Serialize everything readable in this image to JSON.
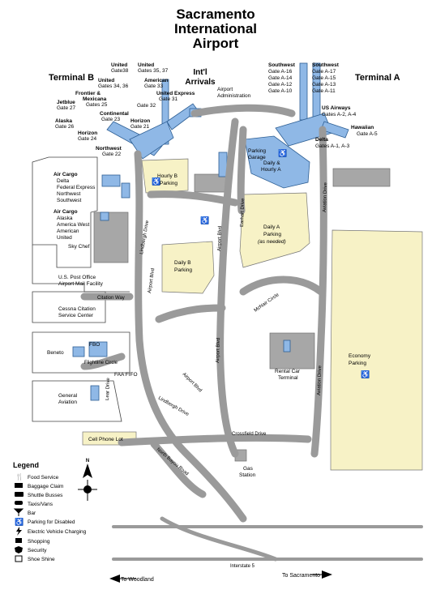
{
  "title": [
    "Sacramento",
    "International",
    "Airport"
  ],
  "terminals": {
    "a": "Terminal A",
    "b": "Terminal B",
    "intl": [
      "Int'l",
      "Arrivals"
    ],
    "admin": [
      "Airport",
      "Administration"
    ]
  },
  "airlines_b": [
    {
      "name": "United",
      "gates": "Gate38"
    },
    {
      "name": "United",
      "gates": "Gates 35, 37"
    },
    {
      "name": "United",
      "gates": "Gates 34, 36"
    },
    {
      "name": "American",
      "gates": "Gate 33"
    },
    {
      "name": "Frontier &",
      "gates": "Mexicana"
    },
    {
      "name": "",
      "gates": "Gates 25"
    },
    {
      "name": "United Express",
      "gates": "Gate 31"
    },
    {
      "name": "Jetblue",
      "gates": "Gate 27"
    },
    {
      "name": "",
      "gates": "Gate 32"
    },
    {
      "name": "Alaska",
      "gates": "Gate 26"
    },
    {
      "name": "Continental",
      "gates": "Gate 23"
    },
    {
      "name": "Horizon",
      "gates": "Gate 21"
    },
    {
      "name": "Horizon",
      "gates": "Gate 24"
    },
    {
      "name": "Northwest",
      "gates": "Gate 22"
    }
  ],
  "airlines_a": [
    {
      "name": "Southwest",
      "gates": [
        "Gate A-16",
        "Gate A-14",
        "Gate A-12",
        "Gate A-10"
      ]
    },
    {
      "name": "Southwest",
      "gates": [
        "Gate A-17",
        "Gate A-15",
        "Gate A-13",
        "Gate A-11"
      ]
    },
    {
      "name": "US Airways",
      "gates": [
        "Gates A-2, A-4"
      ]
    },
    {
      "name": "Hawaiian",
      "gates": [
        "Gate A-5"
      ]
    },
    {
      "name": "Delta",
      "gates": [
        "Gates A-1, A-3"
      ]
    }
  ],
  "parking": {
    "garage": [
      "Parking",
      "Garage",
      "Daily &",
      "Hourly A"
    ],
    "hourly_b": [
      "Hourly B",
      "Parking"
    ],
    "daily_a": [
      "Daily A",
      "Parking",
      "(as needed)"
    ],
    "daily_b": [
      "Daily B",
      "Parking"
    ],
    "economy": [
      "Economy",
      "Parking"
    ],
    "cell_phone": "Cell Phone Lot"
  },
  "facilities": {
    "air_cargo_1": [
      "Air Cargo",
      "Delta",
      "Federal Express",
      "Northwest",
      "Southwest"
    ],
    "air_cargo_2": [
      "Air Cargo",
      "Alaska",
      "America West",
      "American",
      "United"
    ],
    "sky_chef": "Sky Chef",
    "post_office": [
      "U.S. Post Office",
      "Airport Mail Facility"
    ],
    "cessna": [
      "Cessna Citation",
      "Service Center"
    ],
    "beneto": "Beneto",
    "fbo": "FBO",
    "faa": "FAA FIFO",
    "general_aviation": [
      "General",
      "Aviation"
    ],
    "rental_car": [
      "Rental Car",
      "Terminal"
    ],
    "gas": [
      "Gas",
      "Station"
    ]
  },
  "roads": {
    "lindbergh": "Lindbergh Drive",
    "airport_blvd": "Airport Blvd",
    "earhart": "Earhart Drive",
    "aviation": "Aviation Drive",
    "mcniel": "McNair Circle",
    "crossfield": "Crossfield Drive",
    "citation": "Citation Way",
    "flightline": "Flightline Circle",
    "lear": "Lear Drive",
    "north_bayou": "North Bayou Road",
    "interstate": "Interstate 5",
    "to_woodland": "To Woodland",
    "to_sacramento": "To Sacramento"
  },
  "legend": {
    "title": "Legend",
    "items": [
      {
        "icon": "food-icon",
        "label": "Food Service"
      },
      {
        "icon": "baggage-icon",
        "label": "Baggage Claim"
      },
      {
        "icon": "shuttle-icon",
        "label": "Shuttle Busses"
      },
      {
        "icon": "taxi-icon",
        "label": "Taxis/Vans"
      },
      {
        "icon": "bar-icon",
        "label": "Bar"
      },
      {
        "icon": "disabled-icon",
        "label": "Parking for Disabled"
      },
      {
        "icon": "ev-icon",
        "label": "Electric Vehicle Charging"
      },
      {
        "icon": "shopping-icon",
        "label": "Shopping"
      },
      {
        "icon": "security-icon",
        "label": "Security"
      },
      {
        "icon": "shoeshine-icon",
        "label": "Shoe Shine"
      }
    ]
  },
  "compass": {
    "north": "N"
  },
  "colors": {
    "terminal": "#8fb8e6",
    "parking": "#f7f2c6",
    "building": "#a7a7a7",
    "road": "#9a9a9a"
  }
}
